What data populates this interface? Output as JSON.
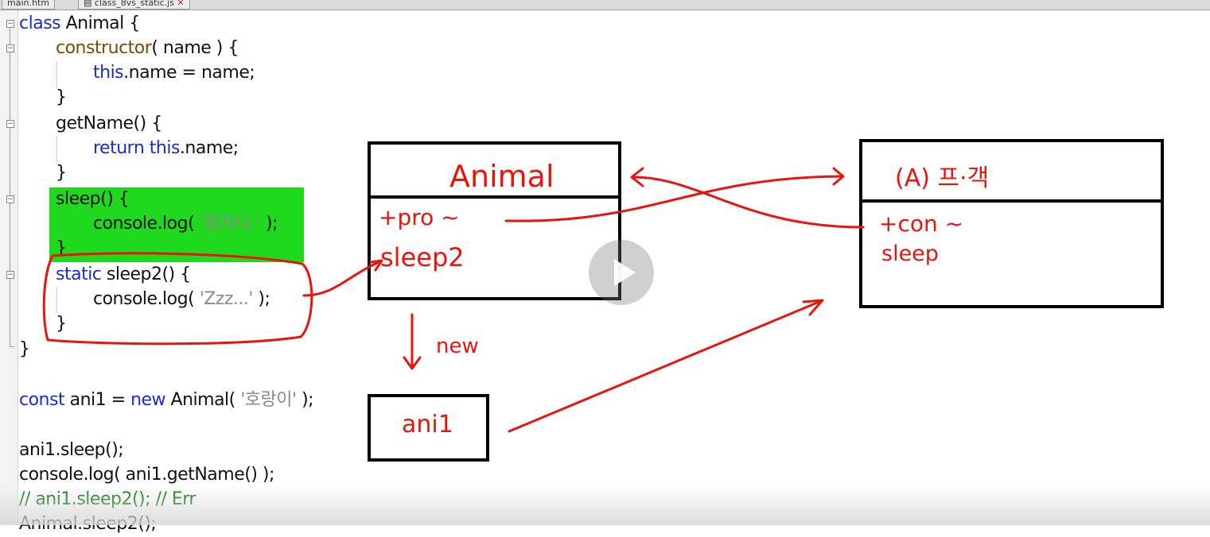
{
  "tabs": [
    {
      "label": "main.htm"
    },
    {
      "label": "class_8vs_static.js"
    }
  ],
  "code_lines": [
    {
      "key": "l1",
      "parts": [
        {
          "t": "class ",
          "c": "kw"
        },
        {
          "t": "Animal {",
          "c": ""
        }
      ]
    },
    {
      "key": "l2",
      "parts": [
        {
          "t": "constructor",
          "c": "fn"
        },
        {
          "t": "( name ) {",
          "c": ""
        }
      ]
    },
    {
      "key": "l3",
      "parts": [
        {
          "t": "this",
          "c": "kw"
        },
        {
          "t": ".name = name;",
          "c": ""
        }
      ]
    },
    {
      "key": "l4",
      "parts": [
        {
          "t": "}",
          "c": ""
        }
      ]
    },
    {
      "key": "l5",
      "parts": [
        {
          "t": "getName() {",
          "c": ""
        }
      ]
    },
    {
      "key": "l6",
      "parts": [
        {
          "t": "return this",
          "c": "kw"
        },
        {
          "t": ".name;",
          "c": ""
        }
      ]
    },
    {
      "key": "l7",
      "parts": [
        {
          "t": "}",
          "c": ""
        }
      ]
    },
    {
      "key": "l8",
      "parts": [
        {
          "t": "sleep() {",
          "c": ""
        }
      ]
    },
    {
      "key": "l9",
      "parts": [
        {
          "t": "console.log( ",
          "c": ""
        },
        {
          "t": "'잠자다.'",
          "c": "str"
        },
        {
          "t": " );",
          "c": ""
        }
      ]
    },
    {
      "key": "l10",
      "parts": [
        {
          "t": "}",
          "c": ""
        }
      ]
    },
    {
      "key": "l11",
      "parts": [
        {
          "t": "static ",
          "c": "kw"
        },
        {
          "t": "sleep2() {",
          "c": ""
        }
      ]
    },
    {
      "key": "l12",
      "parts": [
        {
          "t": "console.log( ",
          "c": ""
        },
        {
          "t": "'Zzz...'",
          "c": "str"
        },
        {
          "t": " );",
          "c": ""
        }
      ]
    },
    {
      "key": "l13",
      "parts": [
        {
          "t": "}",
          "c": ""
        }
      ]
    },
    {
      "key": "l14",
      "parts": [
        {
          "t": "}",
          "c": ""
        }
      ]
    },
    {
      "key": "l15",
      "parts": [
        {
          "t": "const ",
          "c": "kw"
        },
        {
          "t": "ani1 = ",
          "c": ""
        },
        {
          "t": "new ",
          "c": "kw"
        },
        {
          "t": "Animal( ",
          "c": ""
        },
        {
          "t": "'호랑이'",
          "c": "str"
        },
        {
          "t": " );",
          "c": ""
        }
      ]
    },
    {
      "key": "l16",
      "parts": [
        {
          "t": "ani1.sleep();",
          "c": ""
        }
      ]
    },
    {
      "key": "l17",
      "parts": [
        {
          "t": "console.log( ani1.getName() );",
          "c": ""
        }
      ]
    },
    {
      "key": "l18",
      "parts": [
        {
          "t": "// ani1.sleep2(); // Err",
          "c": "cm"
        }
      ]
    },
    {
      "key": "l19",
      "parts": [
        {
          "t": "Animal.sleep2();",
          "c": ""
        }
      ]
    }
  ],
  "annotations": {
    "class_box_title": "Animal",
    "class_box_member1": "+pro ~",
    "class_box_member2": "sleep2",
    "arrow_label": "new",
    "instance_box_label": "ani1",
    "proto_box_title": "(A) 프·객",
    "proto_box_member1": "+con ~",
    "proto_box_member2": "sleep"
  },
  "colors": {
    "keyword": "#1a2bd0",
    "highlight": "#1fd91f",
    "annotation": "#e8150e"
  },
  "video_overlay": {
    "icon": "play-icon"
  }
}
